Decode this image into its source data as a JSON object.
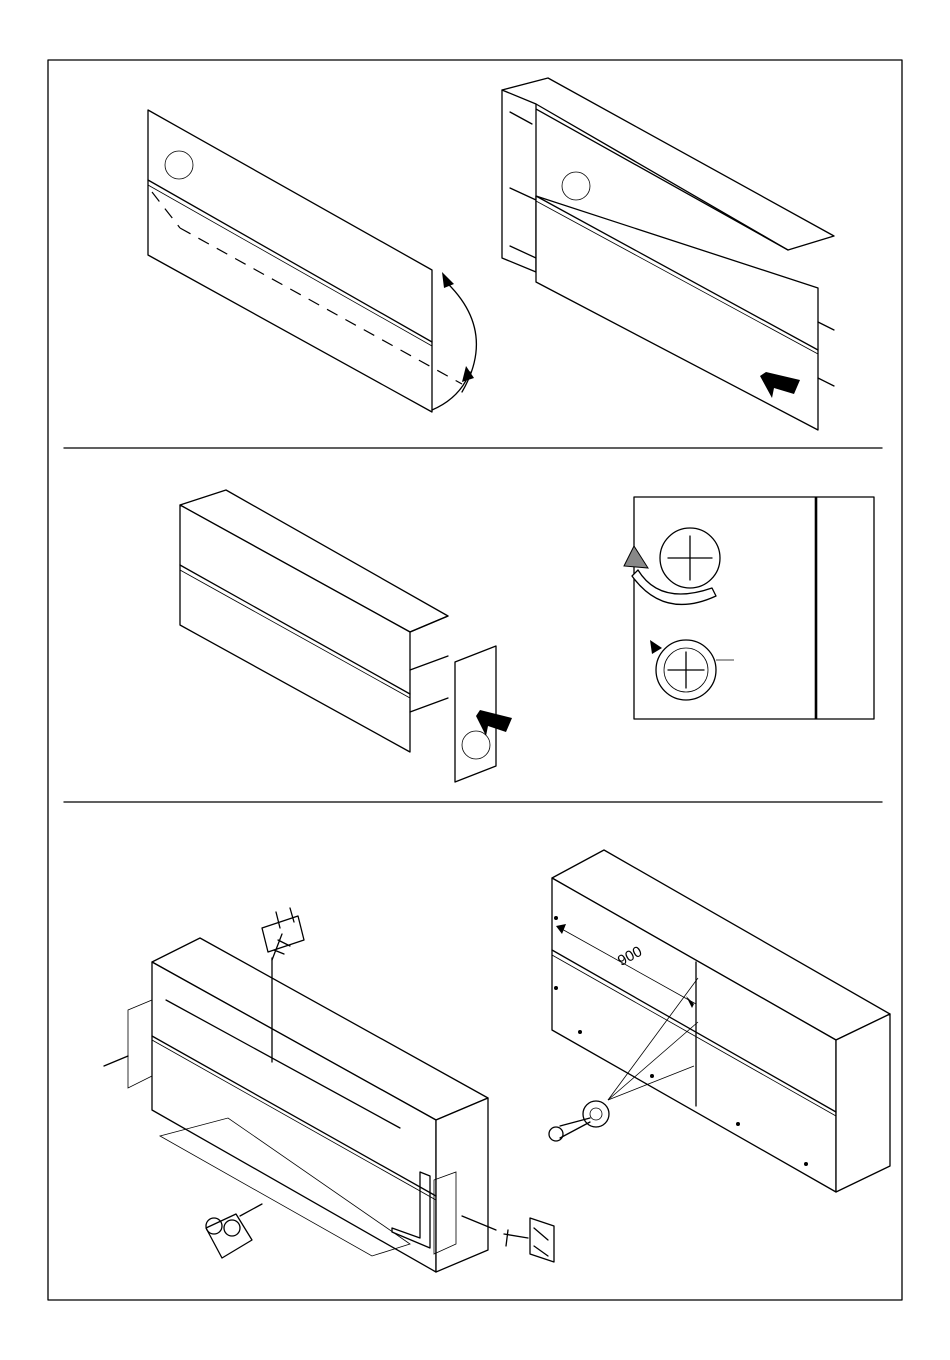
{
  "sheet": {
    "border_color": "#000000",
    "background": "#ffffff"
  },
  "panels": {
    "step1": {
      "icons": [
        "blank-step-circle",
        "blank-step-circle",
        "rotate-arrow-icon",
        "push-arrow-icon"
      ]
    },
    "step2": {
      "icons": [
        "blank-step-circle",
        "push-arrow-icon",
        "cam-lock-tighten-icon",
        "cam-lock-start-icon"
      ]
    },
    "step3": {
      "icons": [
        "wall-bracket-icon",
        "corner-connector-icon",
        "screw-with-washer-icon"
      ],
      "dimension_label": "900"
    }
  }
}
